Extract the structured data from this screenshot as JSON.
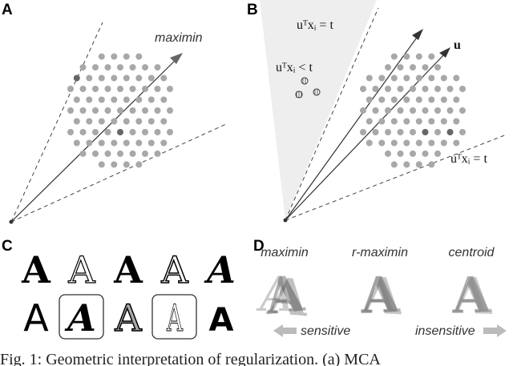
{
  "panels": {
    "a": {
      "label": "A",
      "annotation": "maximin"
    },
    "b": {
      "label": "B",
      "eq_top": "uᵀxᵢ = t",
      "ineq": "uᵀxᵢ < t",
      "vec": "u",
      "eq_bottom": "uᵀxᵢ = t"
    },
    "c": {
      "label": "C",
      "glyph": "A",
      "boxed_glyph": "A"
    },
    "d": {
      "label": "D",
      "methods": [
        "maximin",
        "r-maximin",
        "centroid"
      ],
      "left_arrow": "sensitive",
      "right_arrow": "insensitive"
    }
  },
  "caption": "Fig. 1: Geometric interpretation of regularization. (a) MCA",
  "colors": {
    "dot": "#a8a8a8",
    "dot_dark": "#666666",
    "wedge": "#eeeeee",
    "line": "#333333"
  }
}
